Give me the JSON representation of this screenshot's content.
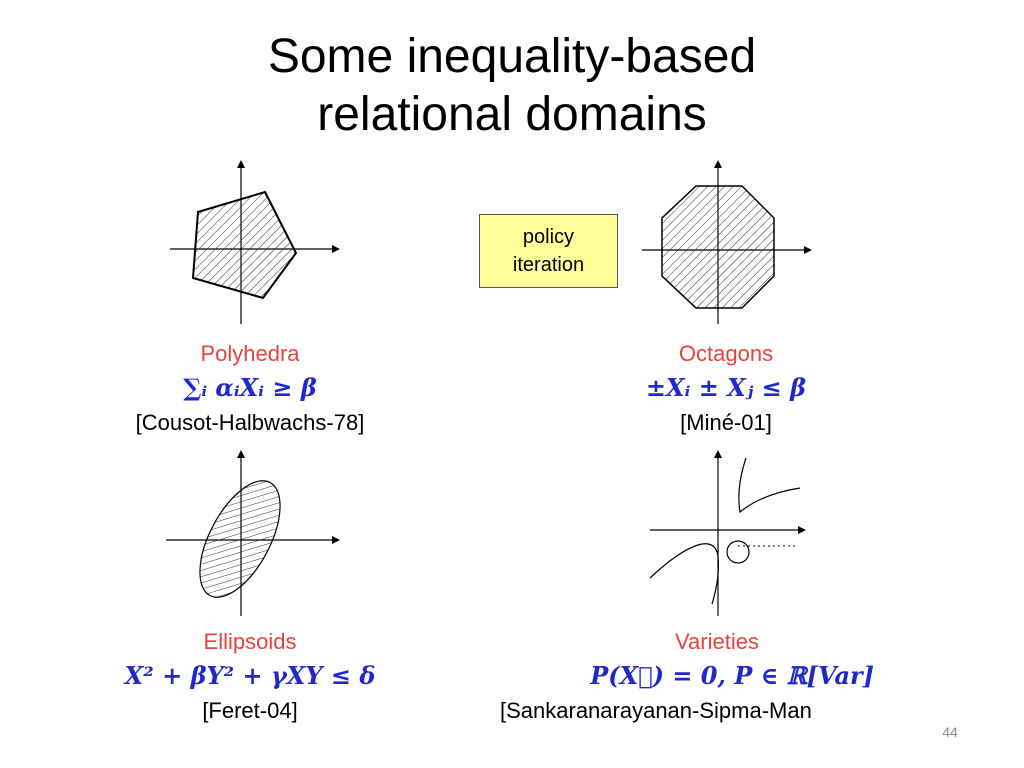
{
  "slide": {
    "title_line1": "Some inequality-based",
    "title_line2": "relational domains",
    "policy_box": {
      "line1": "policy",
      "line2": "iteration",
      "background": "#ffff99"
    },
    "slide_number": "44"
  },
  "domains": [
    {
      "name": "Polyhedra",
      "formula": "∑ᵢ αᵢXᵢ ≥ β",
      "reference": "[Cousot-Halbwachs-78]"
    },
    {
      "name": "Octagons",
      "formula": "±Xᵢ ± Xⱼ ≤ β",
      "reference": "[Miné-01]"
    },
    {
      "name": "Ellipsoids",
      "formula": "X² + βY² + γXY ≤ δ",
      "reference": "[Feret-04]"
    },
    {
      "name": "Varieties",
      "formula": "P(X⃗) = 0, P ∈ ℝ[Var]",
      "reference": "[Sankaranarayanan-Sipma-Man"
    }
  ],
  "colors": {
    "name_red": "#e8423f",
    "formula_blue": "#1f28c9"
  }
}
